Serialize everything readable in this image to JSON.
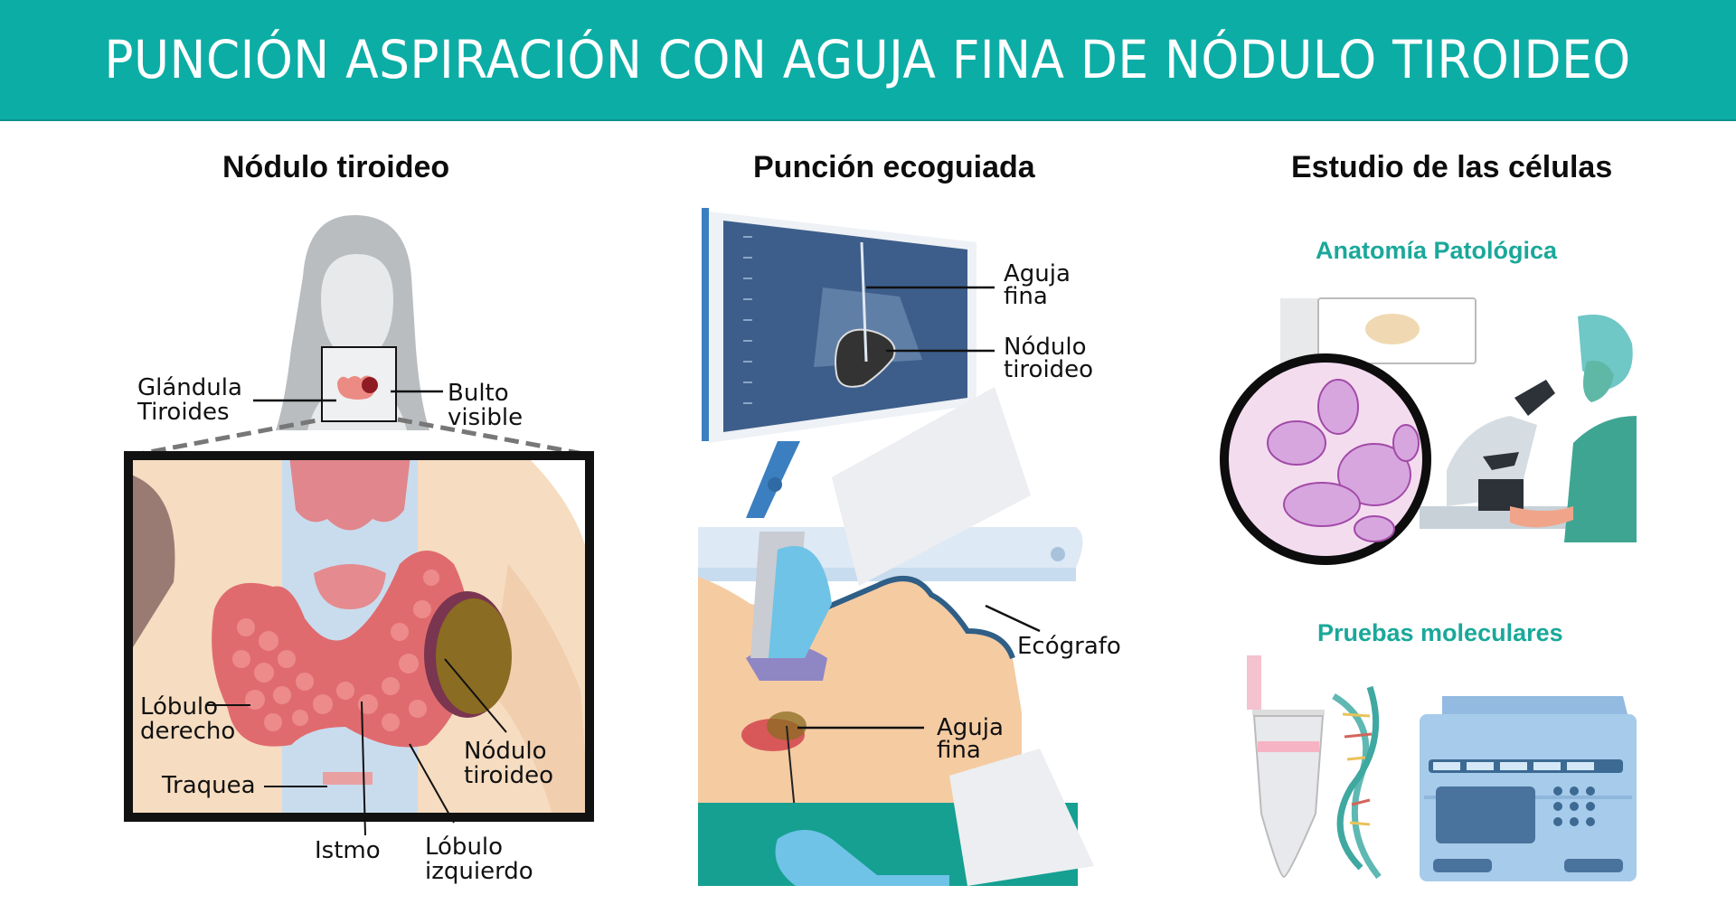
{
  "header": {
    "title": "PUNCIÓN ASPIRACIÓN CON AGUJA FINA DE NÓDULO TIROIDEO"
  },
  "colors": {
    "banner": "#0cada5",
    "accent_text": "#1aa89a",
    "skin": "#f5d7b5",
    "thyroid": "#e06b6e",
    "nodule": "#8a6c22",
    "monitor": "#3d5e8a",
    "glove": "#6ec3e6",
    "scrubs": "#3ea593",
    "pcr_machine": "#a7cbea"
  },
  "panels": {
    "thyroid": {
      "title": "Nódulo tiroideo",
      "labels": {
        "gland_1": "Glándula",
        "gland_2": "Tiroides",
        "lump_1": "Bulto",
        "lump_2": "visible",
        "right_lobe_1": "Lóbulo",
        "right_lobe_2": "derecho",
        "trachea": "Traquea",
        "isthmus": "Istmo",
        "left_lobe_1": "Lóbulo",
        "left_lobe_2": "izquierdo",
        "nodule_1": "Nódulo",
        "nodule_2": "tiroideo"
      }
    },
    "puncture": {
      "title": "Punción ecoguiada",
      "labels": {
        "needle_screen_1": "Aguja",
        "needle_screen_2": "fina",
        "nodule_screen_1": "Nódulo",
        "nodule_screen_2": "tiroideo",
        "ultrasound": "Ecógrafo",
        "needle_1": "Aguja",
        "needle_2": "fina"
      }
    },
    "cells": {
      "title": "Estudio de las células",
      "pathology": "Anatomía Patológica",
      "molecular": "Pruebas moleculares"
    }
  }
}
